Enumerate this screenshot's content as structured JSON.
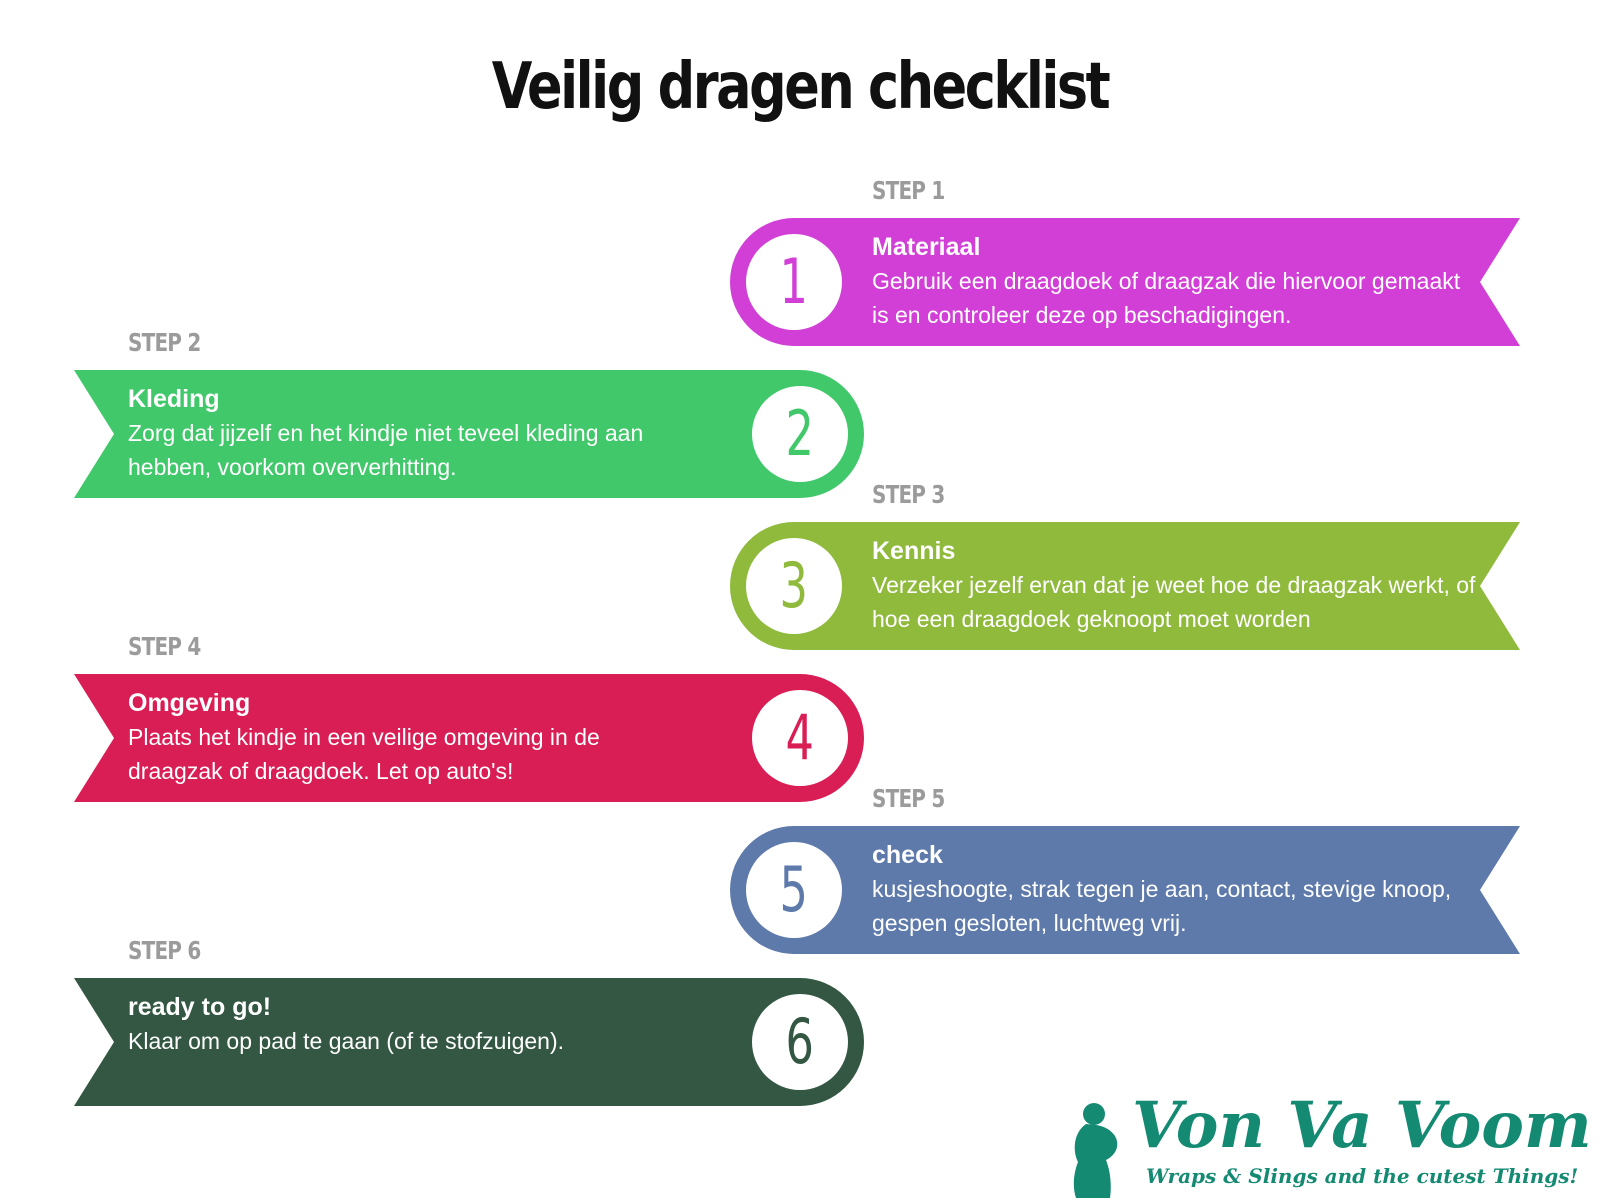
{
  "title": "Veilig dragen checklist",
  "steps": [
    {
      "label": "STEP 1",
      "number": "1",
      "heading": "Materiaal",
      "desc": "Gebruik een draagdoek of draagzak die hiervoor gemaakt is en controleer deze op beschadigingen.",
      "color": "#d13fd6"
    },
    {
      "label": "STEP 2",
      "number": "2",
      "heading": "Kleding",
      "desc": "Zorg dat jijzelf en het kindje niet teveel kleding aan hebben, voorkom oververhitting.",
      "color": "#41c86b"
    },
    {
      "label": "STEP 3",
      "number": "3",
      "heading": "Kennis",
      "desc": "Verzeker jezelf ervan dat je weet hoe de draagzak werkt, of hoe een draagdoek geknoopt moet worden",
      "color": "#8fba3c"
    },
    {
      "label": "STEP 4",
      "number": "4",
      "heading": "Omgeving",
      "desc": "Plaats het kindje in een veilige omgeving in de draagzak of draagdoek. Let op auto's!",
      "color": "#d91e55"
    },
    {
      "label": "STEP 5",
      "number": "5",
      "heading": "check",
      "desc": "kusjeshoogte, strak tegen je aan, contact, stevige knoop, gespen gesloten, luchtweg vrij.",
      "color": "#5e7aab"
    },
    {
      "label": "STEP 6",
      "number": "6",
      "heading": "ready to go!",
      "desc": "Klaar om op pad te gaan (of te stofzuigen).",
      "color": "#335742"
    }
  ],
  "logo": {
    "name": "Von Va Voom",
    "tagline": "Wraps & Slings and the cutest Things!",
    "color": "#148a73"
  }
}
